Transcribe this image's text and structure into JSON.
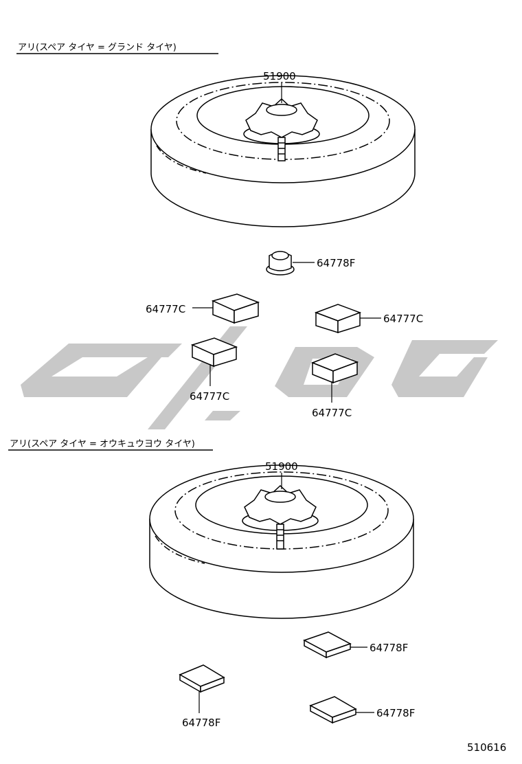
{
  "sections": [
    {
      "heading": "アリ(スペア タイヤ = グランド タイヤ)",
      "labels": {
        "wheel_part": "51900",
        "cap_part": "64778F",
        "block_upper_left": "64777C",
        "block_upper_right": "64777C",
        "block_lower_left": "64777C",
        "block_lower_right": "64777C"
      }
    },
    {
      "heading": "アリ(スペア タイヤ = オウキュウヨウ タイヤ)",
      "labels": {
        "wheel_part": "51900",
        "pad_right_upper": "64778F",
        "pad_left": "64778F",
        "pad_right_lower": "64778F"
      }
    }
  ],
  "figure_id": "510616",
  "watermark_color": "#c8c8c8"
}
